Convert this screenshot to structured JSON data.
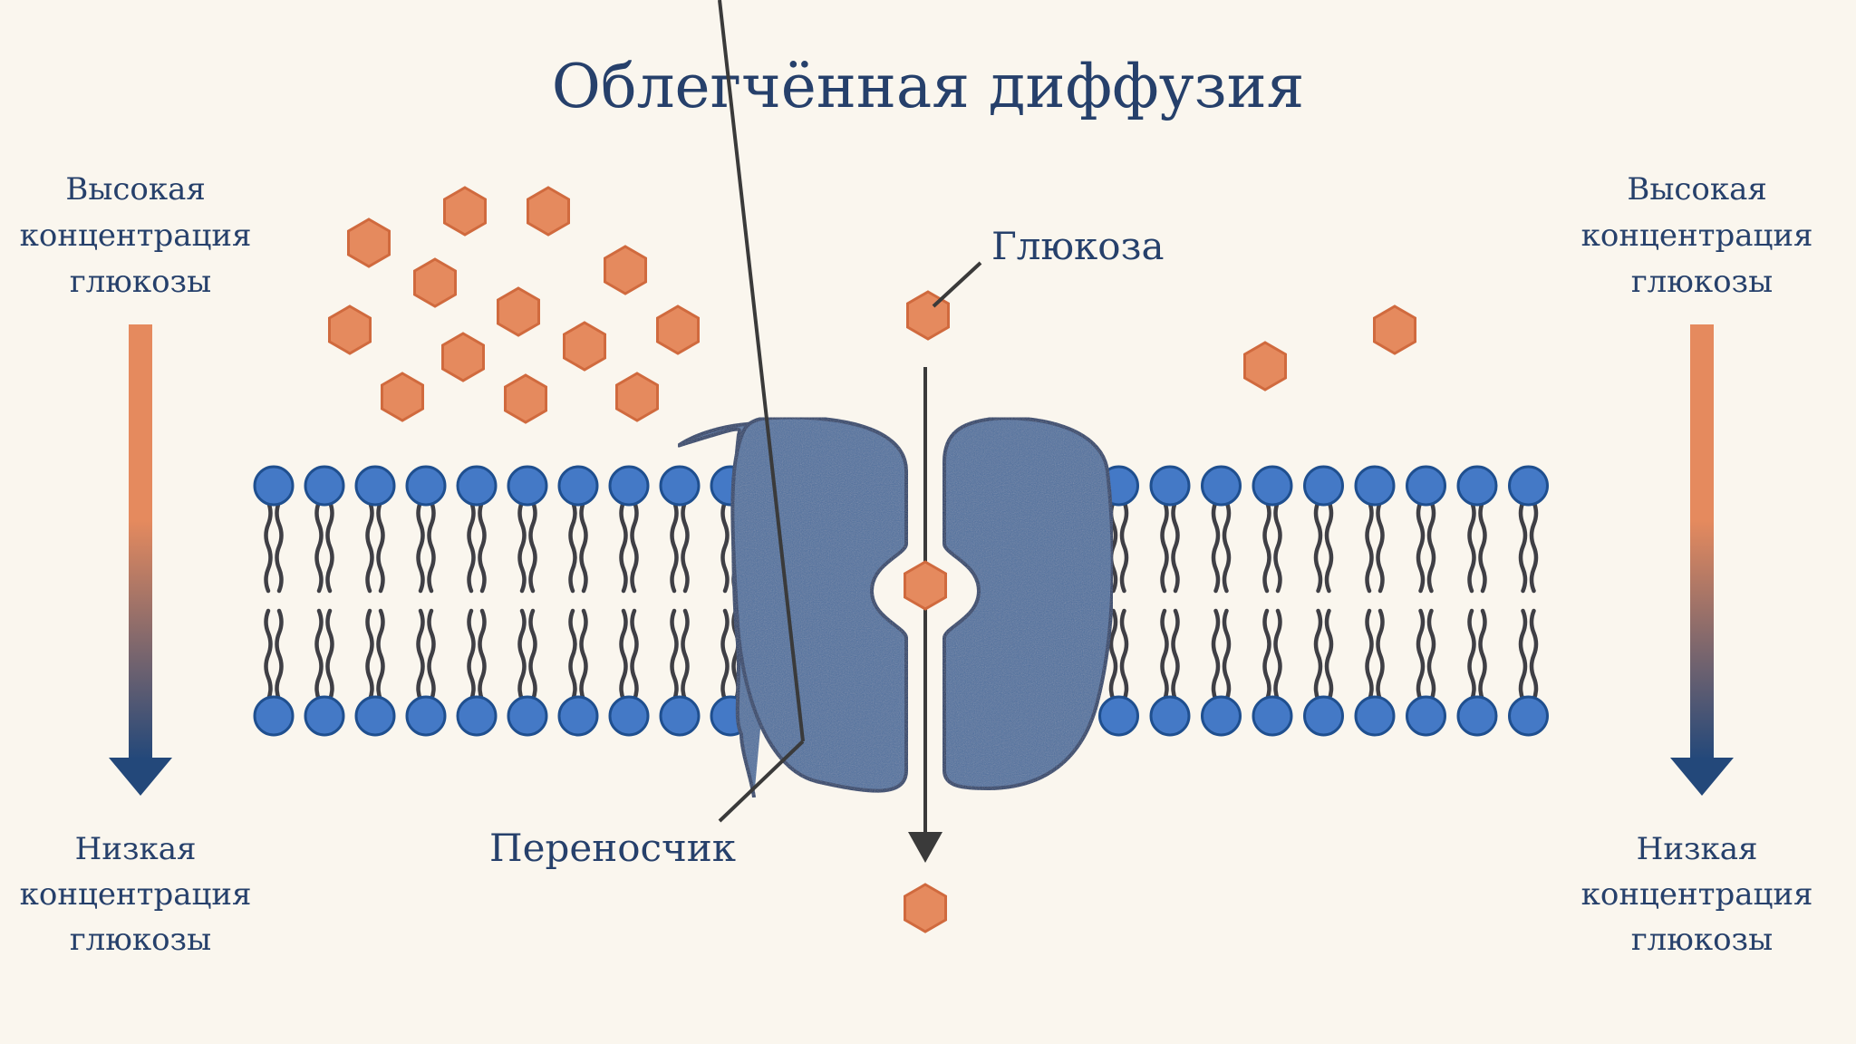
{
  "title": "Облегчённая диффузия",
  "gradient_left": {
    "high": [
      "Высокая",
      "концентрация",
      "глюкозы"
    ],
    "low": [
      "Низкая",
      "концентрация",
      "глюкозы"
    ]
  },
  "gradient_right": {
    "high": [
      "Высокая",
      "концентрация",
      "глюкозы"
    ],
    "low": [
      "Низкая",
      "концентрация",
      "глюкозы"
    ]
  },
  "labels": {
    "glucose": "Глюкоза",
    "carrier": "Переносчик"
  },
  "colors": {
    "background": "#faf6ee",
    "glucose": "#e58a5e",
    "phospholipid_head": "#4479c6",
    "carrier_protein": "#4d6f9f",
    "text": "#26406b",
    "gradient_top": "#e58a5e",
    "gradient_bottom": "#23487a"
  },
  "icons": {
    "glucose": "orange-hexagon",
    "phospholipid": "blue-circle-head-with-two-tails",
    "carrier": "kidney-shaped-protein-halves",
    "gradient": "down-arrow-gradient"
  }
}
